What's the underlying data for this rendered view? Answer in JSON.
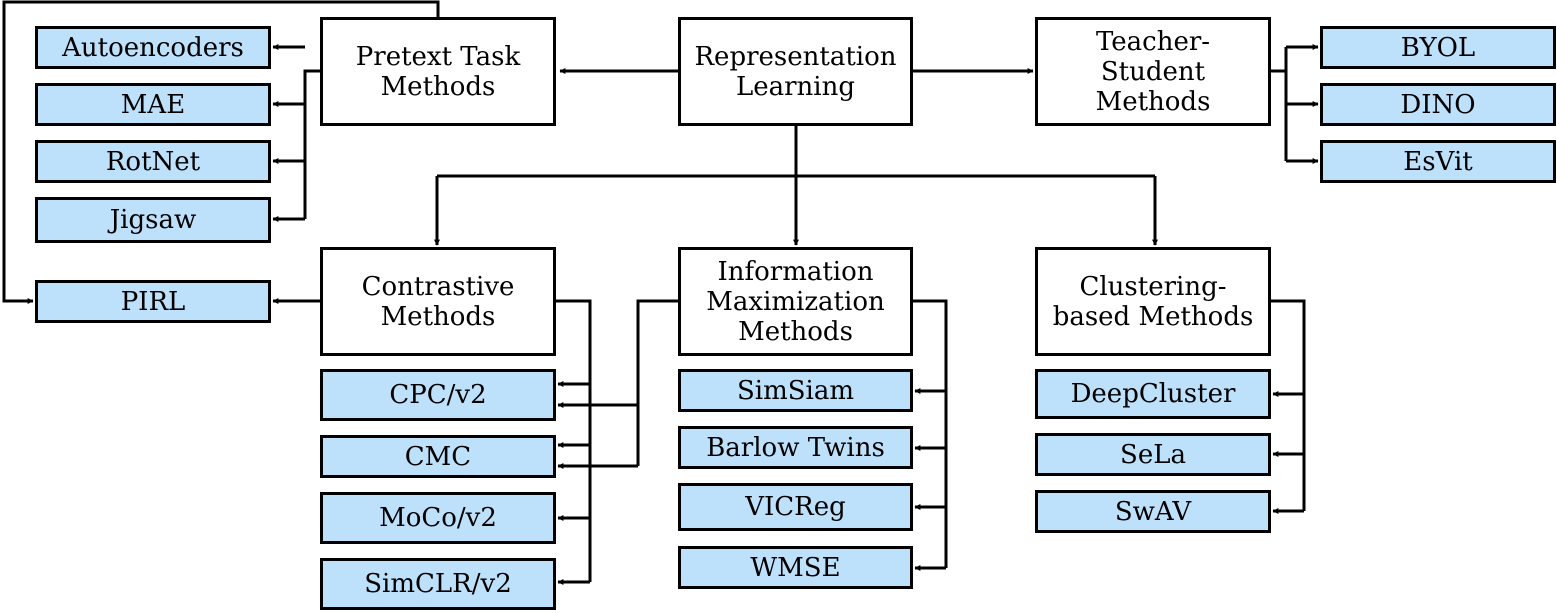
{
  "root": {
    "label": "Representation\nLearning"
  },
  "categories": {
    "pretext": {
      "label": "Pretext Task\nMethods"
    },
    "teacher": {
      "label": "Teacher-\nStudent\nMethods"
    },
    "contrastive": {
      "label": "Contrastive\nMethods"
    },
    "infomax": {
      "label": "Information\nMaximization\nMethods"
    },
    "clustering": {
      "label": "Clustering-\nbased Methods"
    }
  },
  "methods": {
    "pretext": [
      "Autoencoders",
      "MAE",
      "RotNet",
      "Jigsaw",
      "PIRL"
    ],
    "teacher": [
      "BYOL",
      "DINO",
      "EsVit"
    ],
    "contrastive": [
      "CPC/v2",
      "CMC",
      "MoCo/v2",
      "SimCLR/v2"
    ],
    "infomax": [
      "SimSiam",
      "Barlow Twins",
      "VICReg",
      "WMSE"
    ],
    "clustering": [
      "DeepCluster",
      "SeLa",
      "SwAV"
    ]
  },
  "colors": {
    "method_fill": "#bde0fb",
    "category_fill": "#ffffff",
    "line": "#000000"
  }
}
